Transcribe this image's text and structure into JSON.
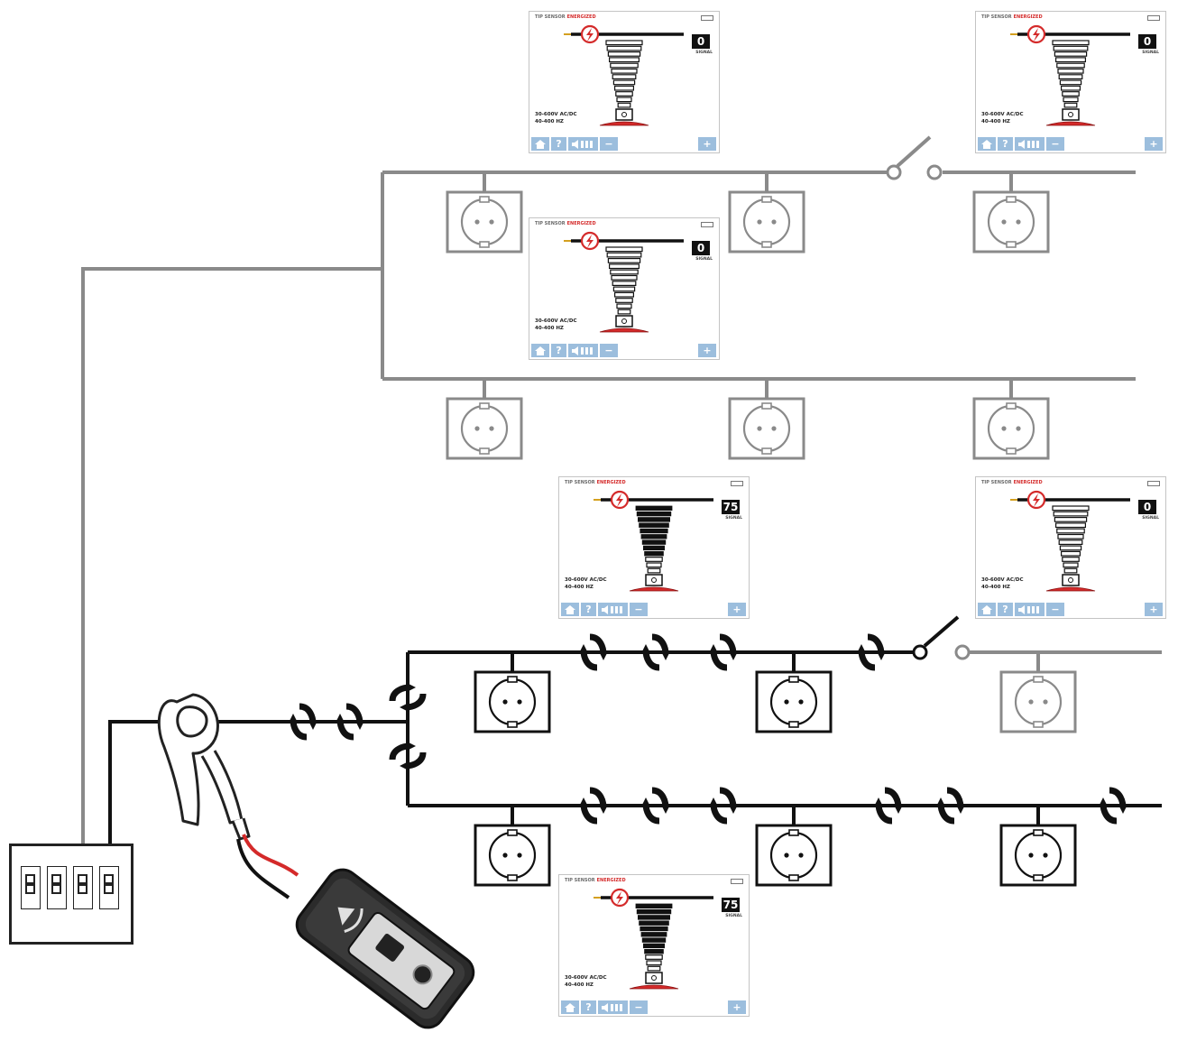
{
  "panels": [
    {
      "header": "TIP SENSOR",
      "status": "ENERGIZED",
      "reading": "0",
      "signal_label": "SIGNAL",
      "spec_line1": "30-600V AC/DC",
      "spec_line2": "40-400 HZ",
      "gauge_level": 0
    },
    {
      "header": "TIP SENSOR",
      "status": "ENERGIZED",
      "reading": "0",
      "signal_label": "SIGNAL",
      "spec_line1": "30-600V AC/DC",
      "spec_line2": "40-400 HZ",
      "gauge_level": 0
    },
    {
      "header": "TIP SENSOR",
      "status": "ENERGIZED",
      "reading": "0",
      "signal_label": "SIGNAL",
      "spec_line1": "30-600V AC/DC",
      "spec_line2": "40-400 HZ",
      "gauge_level": 0
    },
    {
      "header": "TIP SENSOR",
      "status": "ENERGIZED",
      "reading": "75",
      "signal_label": "SIGNAL",
      "spec_line1": "30-600V AC/DC",
      "spec_line2": "40-400 HZ",
      "gauge_level": 0.75
    },
    {
      "header": "TIP SENSOR",
      "status": "ENERGIZED",
      "reading": "0",
      "signal_label": "SIGNAL",
      "spec_line1": "30-600V AC/DC",
      "spec_line2": "40-400 HZ",
      "gauge_level": 0
    },
    {
      "header": "TIP SENSOR",
      "status": "ENERGIZED",
      "reading": "75",
      "signal_label": "SIGNAL",
      "spec_line1": "30-600V AC/DC",
      "spec_line2": "40-400 HZ",
      "gauge_level": 0.75
    }
  ],
  "toolbar": {
    "help": "?",
    "minus": "−",
    "plus": "+"
  },
  "colors": {
    "wire_unselected": "#8a8a8a",
    "wire_selected": "#111111",
    "energized": "#d42a2a",
    "toolbar": "#9cbedd",
    "probe_red": "#d42a2a"
  },
  "icons": {
    "home": "home-icon",
    "help": "help-icon",
    "volume": "volume-icon",
    "lightning": "lightning-icon",
    "battery": "battery-icon"
  }
}
